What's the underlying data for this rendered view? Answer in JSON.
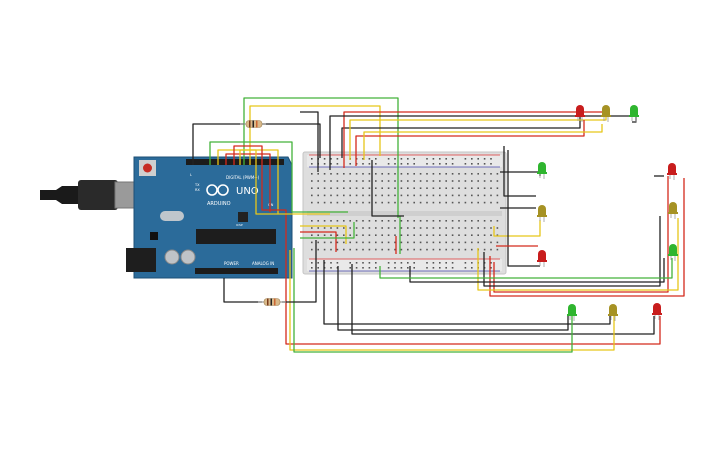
{
  "board": {
    "name": "UNO",
    "brand": "ARDUINO",
    "digital_label": "DIGITAL (PWM~)",
    "power_label": "POWER",
    "analog_label": "ANALOG IN",
    "tx_label": "TX",
    "rx_label": "RX",
    "l_label": "L",
    "on_label": "ON",
    "icsp_label": "ICSP"
  },
  "colors": {
    "board": "#2b6b9a",
    "red": "#d42a1c",
    "yellow": "#e6c619",
    "green": "#43b23a",
    "black": "#222222",
    "breadboard": "#e6e6e6",
    "led_red": "#c81d1d",
    "led_yellow": "#a69224",
    "led_green": "#2fb52f"
  },
  "components": {
    "leds": [
      "led-red",
      "led-yellow",
      "led-green"
    ],
    "resistors": 2,
    "breadboard": "half-size"
  }
}
